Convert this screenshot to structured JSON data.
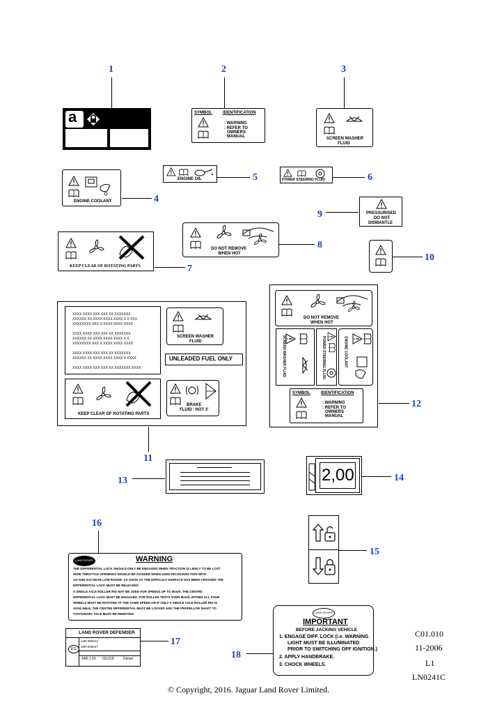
{
  "callouts": {
    "c1": "1",
    "c2": "2",
    "c3": "3",
    "c4": "4",
    "c5": "5",
    "c6": "6",
    "c7": "7",
    "c8": "8",
    "c9": "9",
    "c10": "10",
    "c11": "11",
    "c12": "12",
    "c13": "13",
    "c14": "14",
    "c15": "15",
    "c16": "16",
    "c17": "17",
    "c18": "18"
  },
  "label1": {
    "letter": "a"
  },
  "label2": {
    "col1": "SYMBOL",
    "col2": "IDENTIFICATION",
    "line1": ": WARNING",
    "line2": ": REFER  TO",
    "line3": "OWNERS",
    "line4": "MANUAL"
  },
  "label3": {
    "line1": "SCREEN WASHER",
    "line2": "FLUID"
  },
  "label4": {
    "text": "ENGINE   COOLANT"
  },
  "label5": {
    "text": "ENGINE  OIL"
  },
  "label6": {
    "text": "POWER STEERING  FLUID"
  },
  "label7": {
    "text": "KEEP CLEAR OF ROTATING PARTS"
  },
  "label8": {
    "line1": "DO NOT REMOVE",
    "line2": "WHEN HOT"
  },
  "label9": {
    "line1": "PRESSURISED",
    "line2": "DO NOT",
    "line3": "DISMANTLE"
  },
  "label11": {
    "xrows": [
      "XXXX XXXX XXX XXX XX  XXXXXXX",
      "XXXXXX XX XXXX  XXXX XXXX X X XXX",
      "XXXXXXXX XXX X  XXXX XXXX   XXXX",
      "XXXX XXXX XXX XXX XX  XXXXXXX",
      "XXXXXX XX XXXX  XXXX XXXX X X",
      "XXXXXXXX XXX X  XXXX XXXX   XXXX",
      "XXXX XXXX XXX XXX XX  XXXXXXX",
      "XXXXXX XX XXXX  XXXX XXXX X XXXX",
      "XXXX XXXX XXX XXX XX  XXXXXXX  XXXX"
    ],
    "washer1": "SCREEN WASHER",
    "washer2": "FLUID",
    "unleaded": "UNLEADED  FUEL ONLY",
    "keep": "KEEP CLEAR OF ROTATING PARTS",
    "brake1": "BRAKE",
    "brake2": "FLUID  ' HOT  3'"
  },
  "label12": {
    "dnr1": "DO NOT REMOVE",
    "dnr2": "WHEN HOT",
    "washer": "SCREEN WASHER FLUID",
    "steering": "POWER STEERING FLUID",
    "coolant": "ENGINE   COOLANT",
    "col1": "SYMBOL",
    "col2": "IDENTIFICATION",
    "line1": ": WARNING",
    "line2": ": REFER  TO",
    "line3": "OWNERS",
    "line4": "MANUAL"
  },
  "label14": {
    "value": "2,00"
  },
  "label16": {
    "logo": "LAND ROVER",
    "title": "WARNING",
    "lines": [
      "THE DIFFERENTIAL LOCK SHOULD ONLY BE ENGAGED WHEN TRACTION IS LIKELY TO BE LOST",
      "WIDE THROTTLE OPENINGS SHOULD BE AVOIDED WHEN USED INCONJUNCTION WITH",
      "1st AND 2nd GEAR LOW RANGE. AS SOON AS THE DIFFICULT SURFACE HAS BEEN CROSSED THE",
      "DIFFERENTIAL LOCK MUST BE RELEASED.",
      "A SINGLE AXLE ROLLER RIG MAY BE USED FOR SPEEDS UP TO 5km/h. THE CENTRE",
      "DIFFERENTIAL LOCK MUST BE ENGAGED. FOR ROLLER TESTS OVER 5km/h, EITHER ALL FOUR",
      "WHEELS MUST BE ROTATED AT THE SAME SPEED OR IF ONLY A SINGLE AXLE ROLLER RIG IS",
      "AVAILABLE, THE CENTRE DIFFERENTIAL MUST BE LOCKED AND THE PROPELLOR SHAFT TO",
      "STATIONARY AXLE MUST BE REMOVED."
    ]
  },
  "label17": {
    "title": "LAND ROVER DEFENDER",
    "e": "E11",
    "r1": "14R-050014",
    "r2": "15R-045047",
    "f1": "24R-1.93",
    "f2": "031218",
    "f3": "Diesel"
  },
  "label18": {
    "logo": "LAND ROVER",
    "title": "IMPORTANT",
    "sub": "BEFORE JACKING VEHICLE",
    "l1": "1.  ENGAGE DIFF. LOCK (i.e. WARNING",
    "l2": "LIGHT MUST BE ILLUMINATED",
    "l3": "PRIOR TO SWITCHING OFF IGNITION.)",
    "l4": "2.  APPLY HANDBRAKE.",
    "l5": "3.  CHOCK WHEELS."
  },
  "meta": {
    "code": "C01.010",
    "date": "11-2006",
    "level": "L1",
    "ref": "LN0241C"
  },
  "copyright": "© Copyright, 2016. Jaguar Land Rover Limited."
}
